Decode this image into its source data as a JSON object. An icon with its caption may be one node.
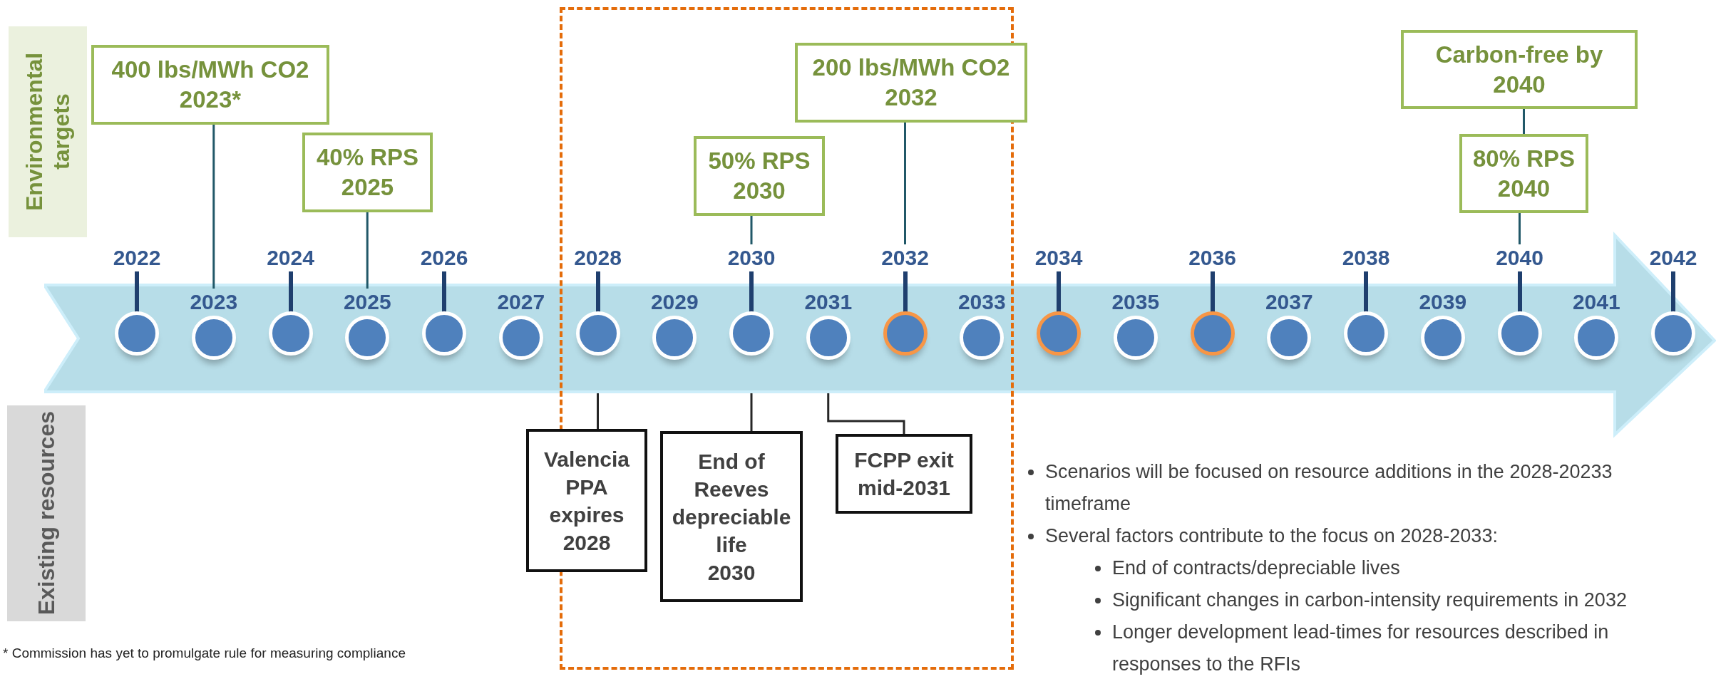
{
  "diagram": {
    "nodes": [
      {
        "text": [
          "Environmental targets"
        ]
      },
      {
        "text": [
          "Existing resources"
        ]
      },
      {
        "text": [],
        "shape": "box"
      },
      {
        "text": [],
        "shape": "arrow"
      },
      {
        "text": [
          "400 lbs/MWh CO2",
          "2023*"
        ]
      },
      {
        "text": [
          "40% RPS",
          "2025"
        ]
      },
      {
        "text": [
          "50% RPS",
          "2030"
        ],
        "in": 2
      },
      {
        "text": [
          "200 lbs/MWh CO2",
          "2032"
        ]
      },
      {
        "text": [
          "Carbon-free by",
          "2040"
        ]
      },
      {
        "text": [
          "80% RPS",
          "2040"
        ]
      },
      {
        "text": [],
        "shape": "circle",
        "beside": [
          "2022"
        ],
        "in": 3
      },
      {
        "text": [],
        "shape": "circle",
        "beside": [
          "2023"
        ],
        "in": 3
      },
      {
        "text": [],
        "shape": "circle",
        "beside": [
          "2024"
        ],
        "in": 3
      },
      {
        "text": [],
        "shape": "circle",
        "beside": [
          "2025"
        ],
        "in": 3
      },
      {
        "text": [],
        "shape": "circle",
        "beside": [
          "2026"
        ],
        "in": 3
      },
      {
        "text": [],
        "shape": "circle",
        "beside": [
          "2027"
        ],
        "in": 3
      },
      {
        "text": [],
        "shape": "circle",
        "beside": [
          "2028"
        ]
      },
      {
        "text": [],
        "shape": "circle",
        "beside": [
          "2029"
        ]
      },
      {
        "text": [],
        "shape": "circle",
        "beside": [
          "2030"
        ]
      },
      {
        "text": [],
        "shape": "circle",
        "beside": [
          "2031"
        ]
      },
      {
        "text": [],
        "shape": "circle",
        "beside": [
          "2032"
        ]
      },
      {
        "text": [],
        "shape": "circle",
        "beside": [
          "2033"
        ]
      },
      {
        "text": [],
        "shape": "circle",
        "beside": [
          "2034"
        ],
        "in": 3
      },
      {
        "text": [],
        "shape": "circle",
        "beside": [
          "2035"
        ],
        "in": 3
      },
      {
        "text": [],
        "shape": "circle",
        "beside": [
          "2036"
        ],
        "in": 3
      },
      {
        "text": [],
        "shape": "circle",
        "beside": [
          "2037"
        ],
        "in": 3
      },
      {
        "text": [],
        "shape": "circle",
        "beside": [
          "2038"
        ],
        "in": 3
      },
      {
        "text": [],
        "shape": "circle",
        "beside": [
          "2039"
        ],
        "in": 3
      },
      {
        "text": [],
        "shape": "circle",
        "beside": [
          "2040"
        ],
        "in": 3
      },
      {
        "text": [],
        "shape": "circle",
        "beside": [
          "2041"
        ],
        "in": 3
      },
      {
        "text": [],
        "shape": "circle",
        "beside": [
          "2042"
        ],
        "in": 3
      },
      {
        "text": [
          "Valencia PPA expires 2028"
        ]
      },
      {
        "text": [
          "End of Reeves depreciable life",
          "2030"
        ],
        "in": 2
      },
      {
        "text": [
          "FCPP exit mid-2031"
        ],
        "in": 2
      }
    ],
    "edges": [
      {
        "from": 4,
        "to": 11,
        "arrow": "none"
      },
      {
        "from": 5,
        "to": 13,
        "arrow": "none"
      },
      {
        "from": 6,
        "to": 18,
        "arrow": "none"
      },
      {
        "from": 7,
        "to": 20,
        "arrow": "none"
      },
      {
        "from": 8,
        "to": 9,
        "arrow": "none"
      },
      {
        "from": 9,
        "to": 28,
        "arrow": "none"
      },
      {
        "from": 16,
        "to": 31,
        "arrow": "none",
        "color": "#262626"
      },
      {
        "from": 18,
        "to": 32,
        "arrow": "none",
        "color": "#262626"
      },
      {
        "from": 19,
        "to": 33,
        "arrow": "none",
        "color": "#262626"
      }
    ],
    "labels": [
      "Scenarios will be focused on resource additions in the 2028-20233 timeframe",
      "Several factors contribute to the focus on 2028-2033:",
      "End of contracts/depreciable lives",
      "Significant changes in carbon-intensity requirements in 2032",
      "Longer development lead-times for resources described in responses to the RFIs",
      "* Commission has yet to promulgate rule for measuring compliance"
    ]
  }
}
